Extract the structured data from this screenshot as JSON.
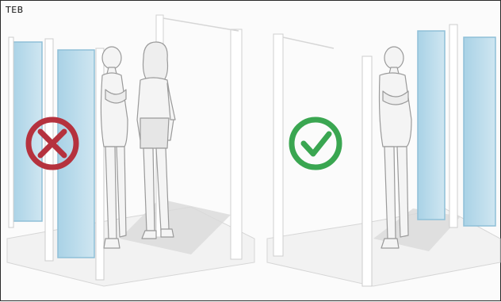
{
  "figure": {
    "corner_label": "TEB"
  },
  "panels": [
    {
      "id": "incorrect",
      "verdict_icon": "cross-mark-icon",
      "verdict_color": "#b5323e",
      "figures": 2
    },
    {
      "id": "correct",
      "verdict_icon": "check-mark-icon",
      "verdict_color": "#3aa651",
      "figures": 1
    }
  ],
  "colors": {
    "glass": "#b9dbea",
    "glass_edge": "#8fc0d8",
    "frame": "#ffffff",
    "line": "#cfcfcf",
    "shadow": "#dcdcdc"
  }
}
